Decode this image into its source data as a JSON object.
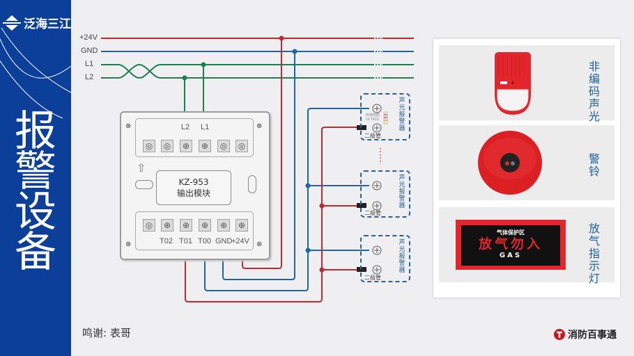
{
  "sidebar": {
    "logo_text": "泛海三江",
    "title_chars": [
      "报",
      "警",
      "设",
      "备"
    ]
  },
  "bus": {
    "lines": [
      {
        "label": "+24V",
        "color": "#c0282e"
      },
      {
        "label": "GND",
        "color": "#1f64a6"
      },
      {
        "label": "L1",
        "color": "#1e8048"
      },
      {
        "label": "L2",
        "color": "#1e8048"
      }
    ]
  },
  "module": {
    "model": "KZ-953",
    "name": "输出模块",
    "top_labels": [
      "L2",
      "L1"
    ],
    "bottom_labels": [
      "T02",
      "T01",
      "T00",
      "GND",
      "+24V"
    ]
  },
  "alarms": {
    "device_label": "声光报警器",
    "diode_label": "二极管",
    "resistor_label": "终端电阻",
    "resistor_value": "(4.7KΩ)",
    "ellipsis": "⋮"
  },
  "devices": [
    {
      "name": "非编码声光",
      "kind": "strobe-siren",
      "badge": "FIRE"
    },
    {
      "name": "警铃",
      "kind": "alarm-bell"
    },
    {
      "name": "放气指示灯",
      "kind": "gas-release-light",
      "sign_header": "气体保护区",
      "sign_main": "放气勿入",
      "sign_sub": "GAS"
    }
  ],
  "footer": {
    "credit": "鸣谢: 表哥",
    "brand": "消防百事通"
  },
  "colors": {
    "sidebar_bg": "#0c3f9a",
    "red_wire": "#c0282e",
    "blue_wire": "#1f64a6",
    "green_wire": "#1e8048",
    "label_blue": "#1e5f99"
  }
}
